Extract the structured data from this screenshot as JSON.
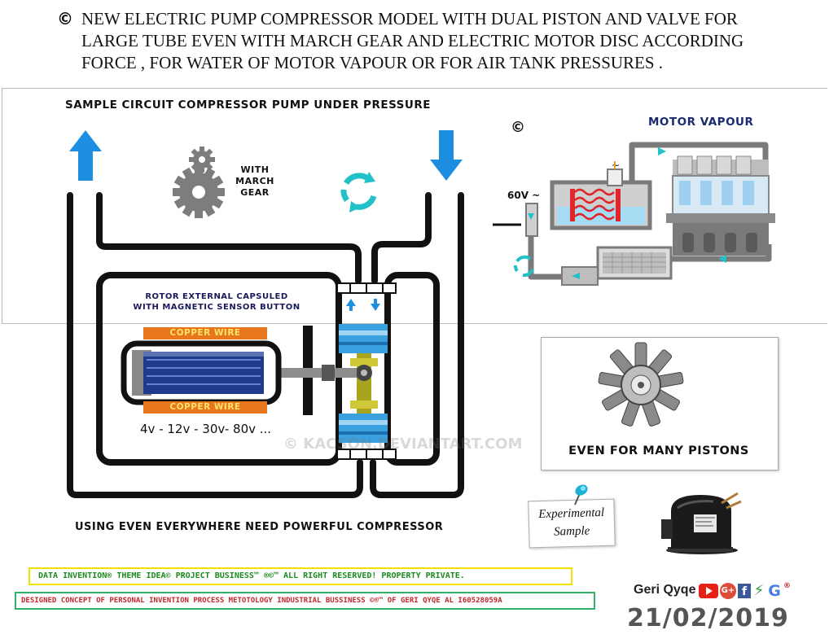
{
  "headline": {
    "copyright_mark": "©",
    "text": "NEW ELECTRIC PUMP COMPRESSOR MODEL WITH DUAL PISTON AND VALVE FOR LARGE TUBE EVEN WITH MARCH GEAR AND ELECTRIC MOTOR DISC ACCORDING FORCE , FOR WATER OF MOTOR VAPOUR OR FOR AIR TANK PRESSURES ."
  },
  "circuit": {
    "title": "SAMPLE CIRCUIT COMPRESSOR PUMP UNDER PRESSURE",
    "gear_label": [
      "WITH",
      "MARCH",
      "GEAR"
    ],
    "rotor_label": [
      "ROTOR EXTERNAL CAPSULED",
      "WITH MAGNETIC SENSOR BUTTON"
    ],
    "copper_top": "COPPER WIRE",
    "copper_bottom": "COPPER WIRE",
    "voltages": "4v - 12v - 30v- 80v ...",
    "bottom_caption": "USING EVEN EVERYWHERE NEED POWERFUL COMPRESSOR"
  },
  "vapour": {
    "copyright_mark": "©",
    "title": "MOTOR VAPOUR",
    "voltage": "60V ~",
    "tilde": "~"
  },
  "pistons_card": {
    "caption": "EVEN FOR MANY PISTONS"
  },
  "note": {
    "line1": "Experimental",
    "line2": "Sample"
  },
  "watermark": "© KACSON.DEVIANTART.COM",
  "footer": {
    "line1": "DATA INVENTION® THEME IDEA© PROJECT BUSINESS™ ®©™ ALL RIGHT RESERVED! PROPERTY PRIVATE.",
    "line2": "DESIGNED CONCEPT OF PERSONAL INVENTION PROCESS METOTOLOGY INDUSTRIAL BUSSINESS ©®™ OF GERI QYQE AL I60528059A"
  },
  "author": {
    "name": "Geri Qyqe",
    "registered": "®"
  },
  "date": "21/02/2019",
  "colors": {
    "arrow_blue": "#1e8fe0",
    "recycle_teal": "#22c0c8",
    "copper_orange": "#e8761c",
    "magnet_blue": "#3a8fd8",
    "piston_olive": "#a8a420",
    "pipe_black": "#111111",
    "footer_yellow": "#f2e000",
    "footer_green": "#2fb36a",
    "footer_red": "#c0282d"
  }
}
